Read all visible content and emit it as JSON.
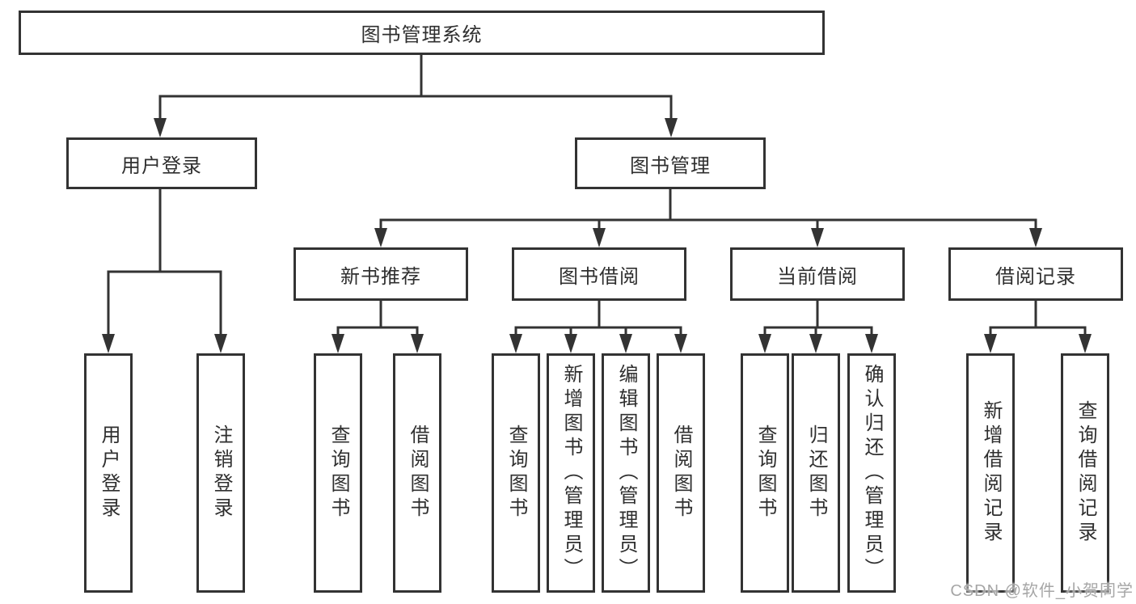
{
  "diagram": {
    "type": "hierarchy-tree",
    "nodes": {
      "root": {
        "label": "图书管理系统"
      },
      "user_login": {
        "label": "用户登录",
        "children": [
          {
            "label": "用户登录"
          },
          {
            "label": "注销登录"
          }
        ]
      },
      "book_mgmt": {
        "label": "图书管理"
      },
      "new_book": {
        "label": "新书推荐",
        "children": [
          {
            "label": "查询图书"
          },
          {
            "label": "借阅图书"
          }
        ]
      },
      "book_borrow": {
        "label": "图书借阅",
        "children": [
          {
            "label": "查询图书"
          },
          {
            "label": "新增图书（管理员）"
          },
          {
            "label": "编辑图书（管理员）"
          },
          {
            "label": "借阅图书"
          }
        ]
      },
      "current_borrow": {
        "label": "当前借阅",
        "children": [
          {
            "label": "查询图书"
          },
          {
            "label": "归还图书"
          },
          {
            "label": "确认归还（管理员）"
          }
        ]
      },
      "borrow_records": {
        "label": "借阅记录",
        "children": [
          {
            "label": "新增借阅记录"
          },
          {
            "label": "查询借阅记录"
          }
        ]
      }
    },
    "colors": {
      "line": "#333333",
      "box_border": "#333333",
      "box_fill": "#ffffff",
      "text": "#2f2f2f",
      "background": "#ffffff",
      "watermark": "#a6a6a6"
    }
  },
  "watermark": {
    "text": "CSDN @软件_小贺同学"
  }
}
